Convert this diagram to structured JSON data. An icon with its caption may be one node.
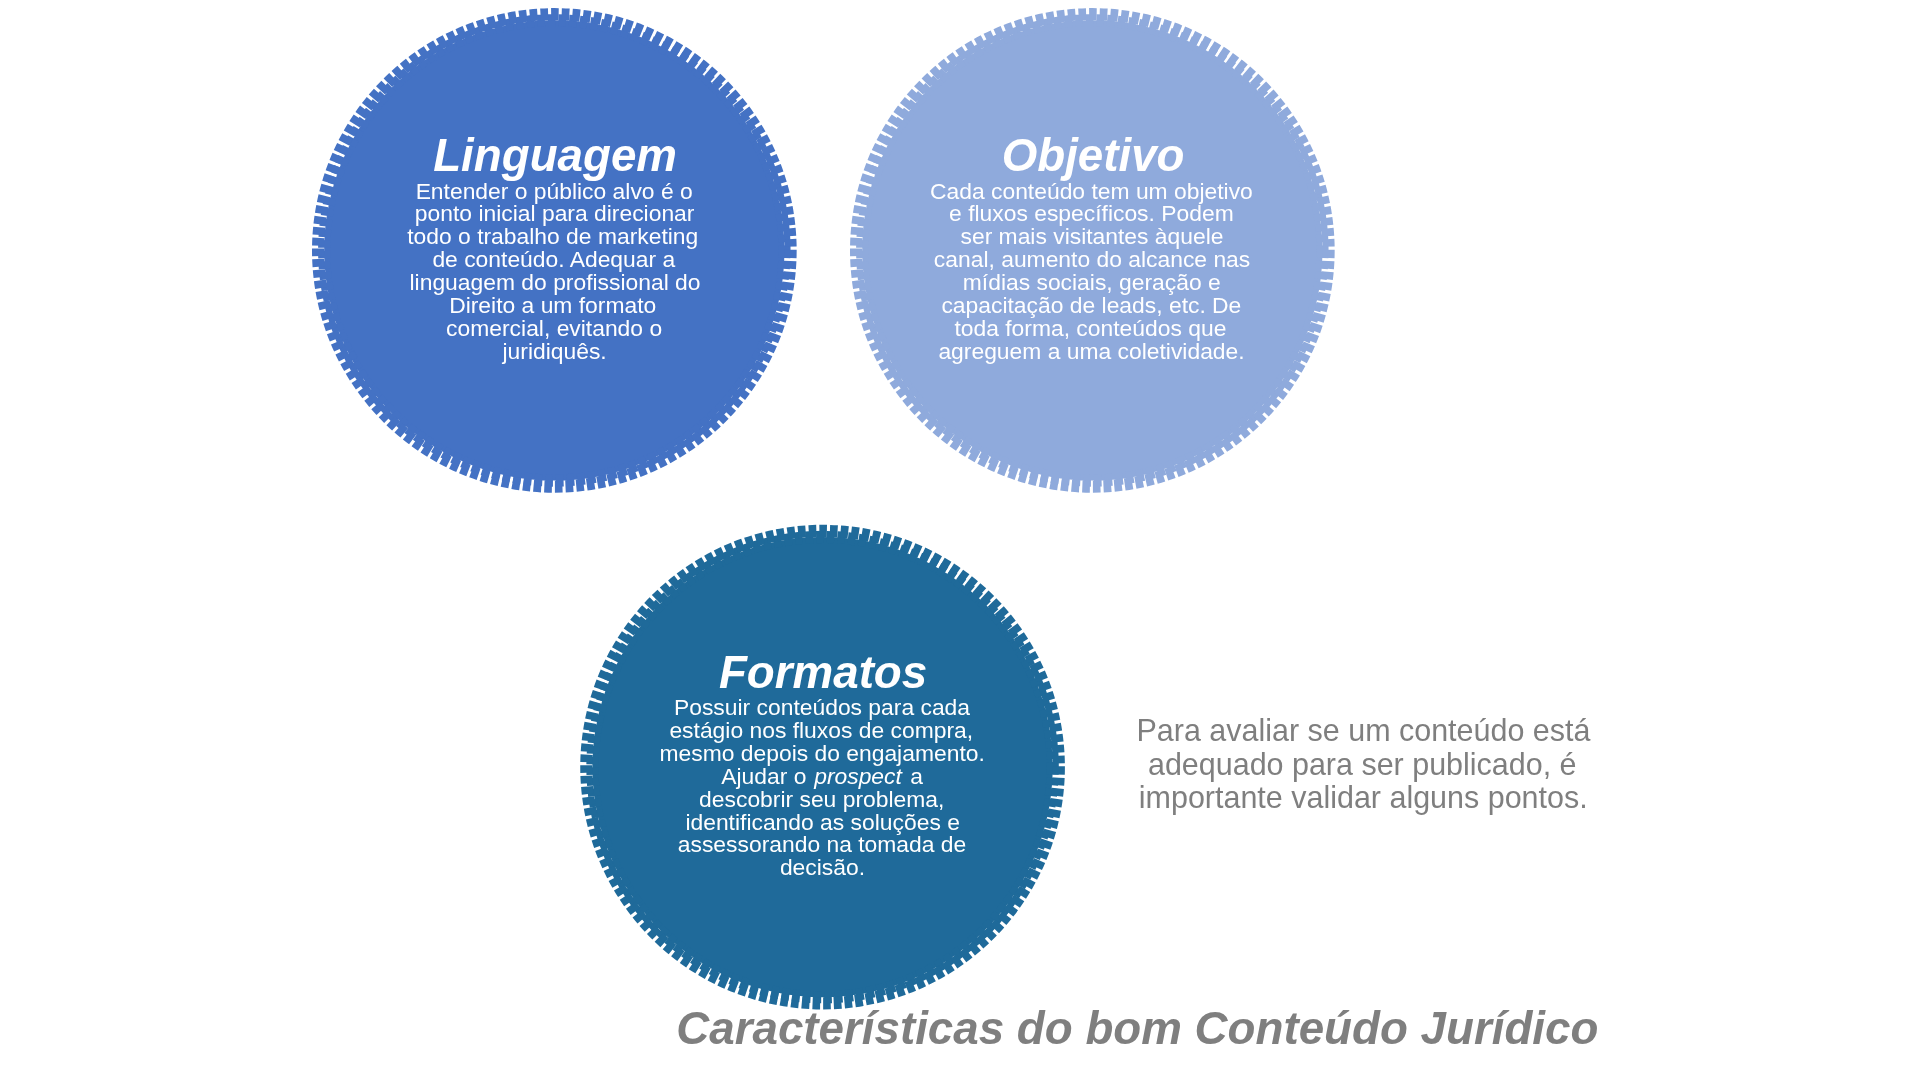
{
  "diagram": {
    "title": "Características do bom Conteúdo Jurídico",
    "nodes": [
      {
        "text": [
          "Linguagem",
          "Entender o público alvo é o ponto inicial para direcionar todo o trabalho de marketing de conteúdo. Adequar a linguagem do profissional do Direito a um formato comercial, evitando o juridiquês."
        ]
      },
      {
        "text": [
          "Objetivo",
          "Cada conteúdo tem um objetivo e fluxos específicos. Podem ser mais visitantes àquele canal, aumento do alcance nas mídias sociais, geração e capacitação de leads, etc. De toda forma, conteúdos que agreguem a uma coletividade."
        ]
      },
      {
        "text": [
          "Formatos",
          "Possuir conteúdos para cada estágio nos fluxos de compra, mesmo depois do engajamento. Ajudar o *prospect* a descobrir seu problema, identificando as soluções e assessorando na tomada de decisão."
        ]
      }
    ],
    "edges": [],
    "labels": [
      "Para avaliar se um conteúdo está adequado para ser publicado, é importante validar alguns pontos."
    ]
  }
}
